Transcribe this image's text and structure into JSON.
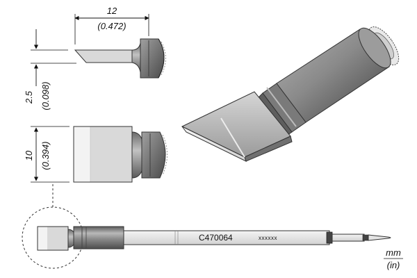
{
  "dimensions": {
    "length_mm": "12",
    "length_in": "(0.472)",
    "thickness_mm": "2.5",
    "thickness_in": "(0.098)",
    "width_mm": "10",
    "width_in": "(0.394)"
  },
  "product": {
    "part_number": "C470064",
    "marking": "xxxxxx"
  },
  "units": {
    "metric": "mm",
    "imperial": "(in)"
  },
  "colors": {
    "metal_light": "#dcdcdc",
    "metal_mid": "#a8a8a8",
    "metal_dark": "#6e6e6e",
    "outline": "#222222"
  }
}
